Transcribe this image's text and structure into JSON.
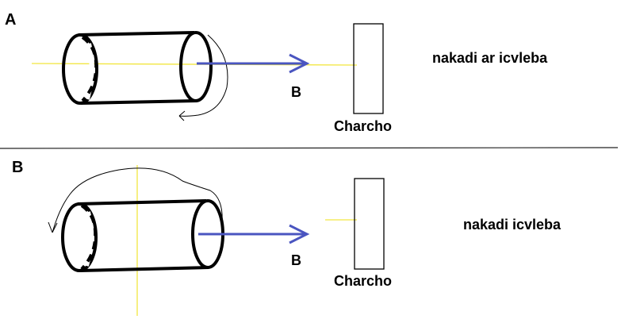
{
  "panels": [
    {
      "label": "A",
      "vector_label": "B",
      "frame_label": "Charcho",
      "caption": "nakadi ar icvleba"
    },
    {
      "label": "B",
      "vector_label": "B",
      "frame_label": "Charcho",
      "caption": "nakadi icvleba"
    }
  ],
  "colors": {
    "outline": "#000000",
    "axis": "#f2e640",
    "vector": "#4a55c0",
    "background": "#ffffff"
  }
}
